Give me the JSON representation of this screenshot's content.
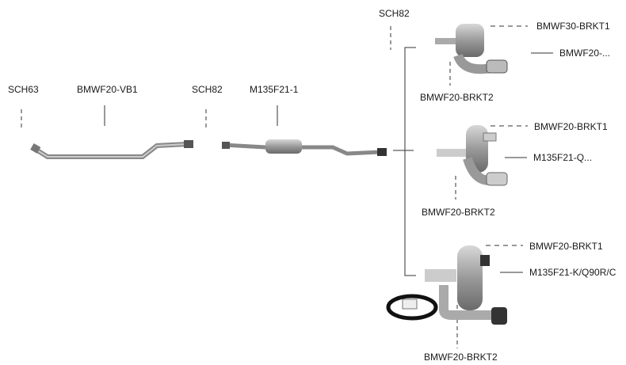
{
  "labels": {
    "sch63": "SCH63",
    "vb1": "BMWF20-VB1",
    "sch82_a": "SCH82",
    "mid": "M135F21-1",
    "sch82_b": "SCH82",
    "r1_brkt1": "BMWF30-BRKT1",
    "r1_muffler": "BMWF20-...",
    "r1_brkt2": "BMWF20-BRKT2",
    "r2_brkt1": "BMWF20-BRKT1",
    "r2_muffler": "M135F21-Q...",
    "r2_brkt2": "BMWF20-BRKT2",
    "r3_brkt1": "BMWF20-BRKT1",
    "r3_muffler": "M135F21-K/Q90R/C",
    "r3_brkt2": "BMWF20-BRKT2"
  }
}
